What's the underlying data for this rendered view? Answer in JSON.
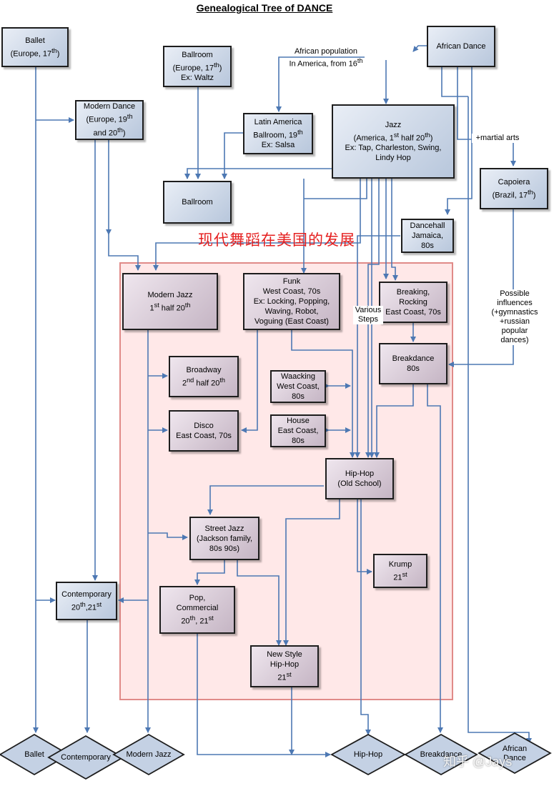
{
  "title": "Genealogical Tree of DANCE",
  "region_label": "现代舞蹈在美国的发展",
  "watermark": "知乎 @Jays",
  "boxes": {
    "ballet": [
      "Ballet",
      "(Europe, 17th)"
    ],
    "modern_dance": [
      "Modern Dance",
      "(Europe, 19th",
      "and 20th)"
    ],
    "ballroom_origin": [
      "Ballroom",
      "(Europe, 17th)",
      "Ex: Waltz"
    ],
    "latin": [
      "Latin America",
      "Ballroom, 19th",
      "Ex: Salsa"
    ],
    "african_dance": [
      "African Dance"
    ],
    "jazz": [
      "Jazz",
      "(America, 1st half 20th)",
      "Ex: Tap, Charleston, Swing,",
      "Lindy Hop"
    ],
    "ballroom": [
      "Ballroom"
    ],
    "capoiera": [
      "Capoiera",
      "(Brazil, 17th)"
    ],
    "dancehall": [
      "Dancehall",
      "Jamaica,",
      "80s"
    ],
    "modern_jazz": [
      "Modern Jazz",
      "1st half 20th"
    ],
    "funk": [
      "Funk",
      "West Coast, 70s",
      "Ex: Locking, Popping,",
      "Waving, Robot,",
      "Voguing (East Coast)"
    ],
    "breaking": [
      "Breaking,",
      "Rocking",
      "East Coast, 70s"
    ],
    "breakdance": [
      "Breakdance",
      "80s"
    ],
    "broadway": [
      "Broadway",
      "2nd half 20th"
    ],
    "waacking": [
      "Waacking",
      "West Coast,",
      "80s"
    ],
    "disco": [
      "Disco",
      "East Coast, 70s"
    ],
    "house": [
      "House",
      "East Coast,",
      "80s"
    ],
    "hiphop_old": [
      "Hip-Hop",
      "(Old School)"
    ],
    "street_jazz": [
      "Street Jazz",
      "(Jackson family,",
      "80s 90s)"
    ],
    "krump": [
      "Krump",
      "21st"
    ],
    "contemporary": [
      "Contemporary",
      "20th,21st"
    ],
    "pop": [
      "Pop,",
      "Commercial",
      "20th, 21st"
    ],
    "new_style": [
      "New Style",
      "Hip-Hop",
      "21st"
    ]
  },
  "labels": {
    "african_population": [
      "African population",
      "In America, from 16th"
    ],
    "martial_arts": "+martial arts",
    "various_steps": [
      "Various",
      "Steps"
    ],
    "possible_influences": [
      "Possible",
      "influences",
      "(+gymnastics",
      "+russian",
      "popular",
      "dances)"
    ]
  },
  "diamonds": {
    "ballet": "Ballet",
    "contemporary": "Contemporary",
    "modern_jazz": "Modern Jazz",
    "hiphop": "Hip-Hop",
    "breakdance": "Breakdance",
    "african_dance": [
      "African",
      "Dance"
    ]
  },
  "colors": {
    "line": "#4d78b3",
    "region_fill": "#fbdcdc",
    "region_border": "#e08a88",
    "box_border": "#1d1d1d",
    "box_fill_light": "#e9eef6",
    "box_fill_dark": "#b8c7dc",
    "title_text": "#e52020"
  }
}
